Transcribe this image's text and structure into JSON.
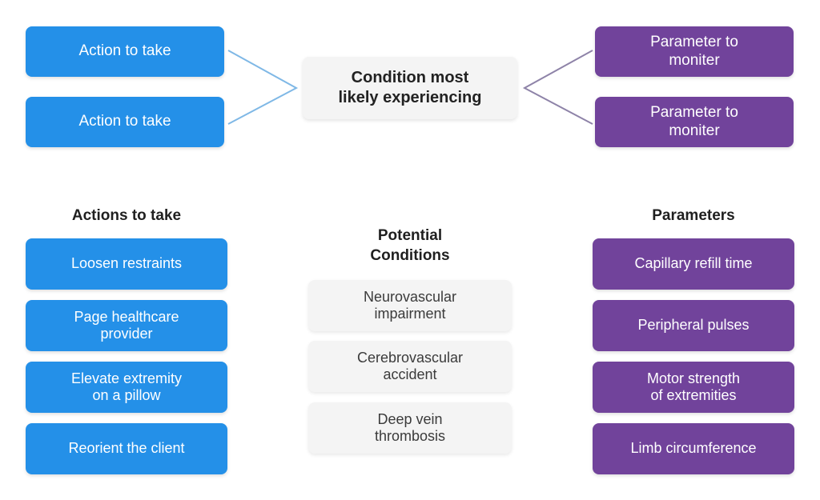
{
  "diagram": {
    "title_hidden": "",
    "colors": {
      "blue": "#2490E8",
      "purple": "#71439B",
      "grey": "#F4F4F4",
      "blue_connector": "#7FB8E6",
      "purple_connector": "#8E83A8",
      "heading_text": "#1F1F1F",
      "grey_text": "#3B3B3B",
      "background": "#FFFFFF"
    },
    "template_row": {
      "left_nodes": [
        {
          "label": "Action to take"
        },
        {
          "label": "Action to take"
        }
      ],
      "center_node": {
        "label": "Condition most\nlikely experiencing"
      },
      "right_nodes": [
        {
          "label": "Parameter to\nmoniter"
        },
        {
          "label": "Parameter to\nmoniter"
        }
      ]
    },
    "columns": {
      "actions": {
        "heading": "Actions to take",
        "items": [
          {
            "label": "Loosen restraints"
          },
          {
            "label": "Page healthcare\nprovider"
          },
          {
            "label": "Elevate extremity\non a pillow"
          },
          {
            "label": "Reorient the client"
          }
        ]
      },
      "conditions": {
        "heading": "Potential\nConditions",
        "items": [
          {
            "label": "Neurovascular\nimpairment"
          },
          {
            "label": "Cerebrovascular\naccident"
          },
          {
            "label": "Deep vein\nthrombosis"
          }
        ]
      },
      "parameters": {
        "heading": "Parameters",
        "items": [
          {
            "label": "Capillary refill time"
          },
          {
            "label": "Peripheral pulses"
          },
          {
            "label": "Motor strength\nof extremities"
          },
          {
            "label": "Limb circumference"
          }
        ]
      }
    }
  }
}
